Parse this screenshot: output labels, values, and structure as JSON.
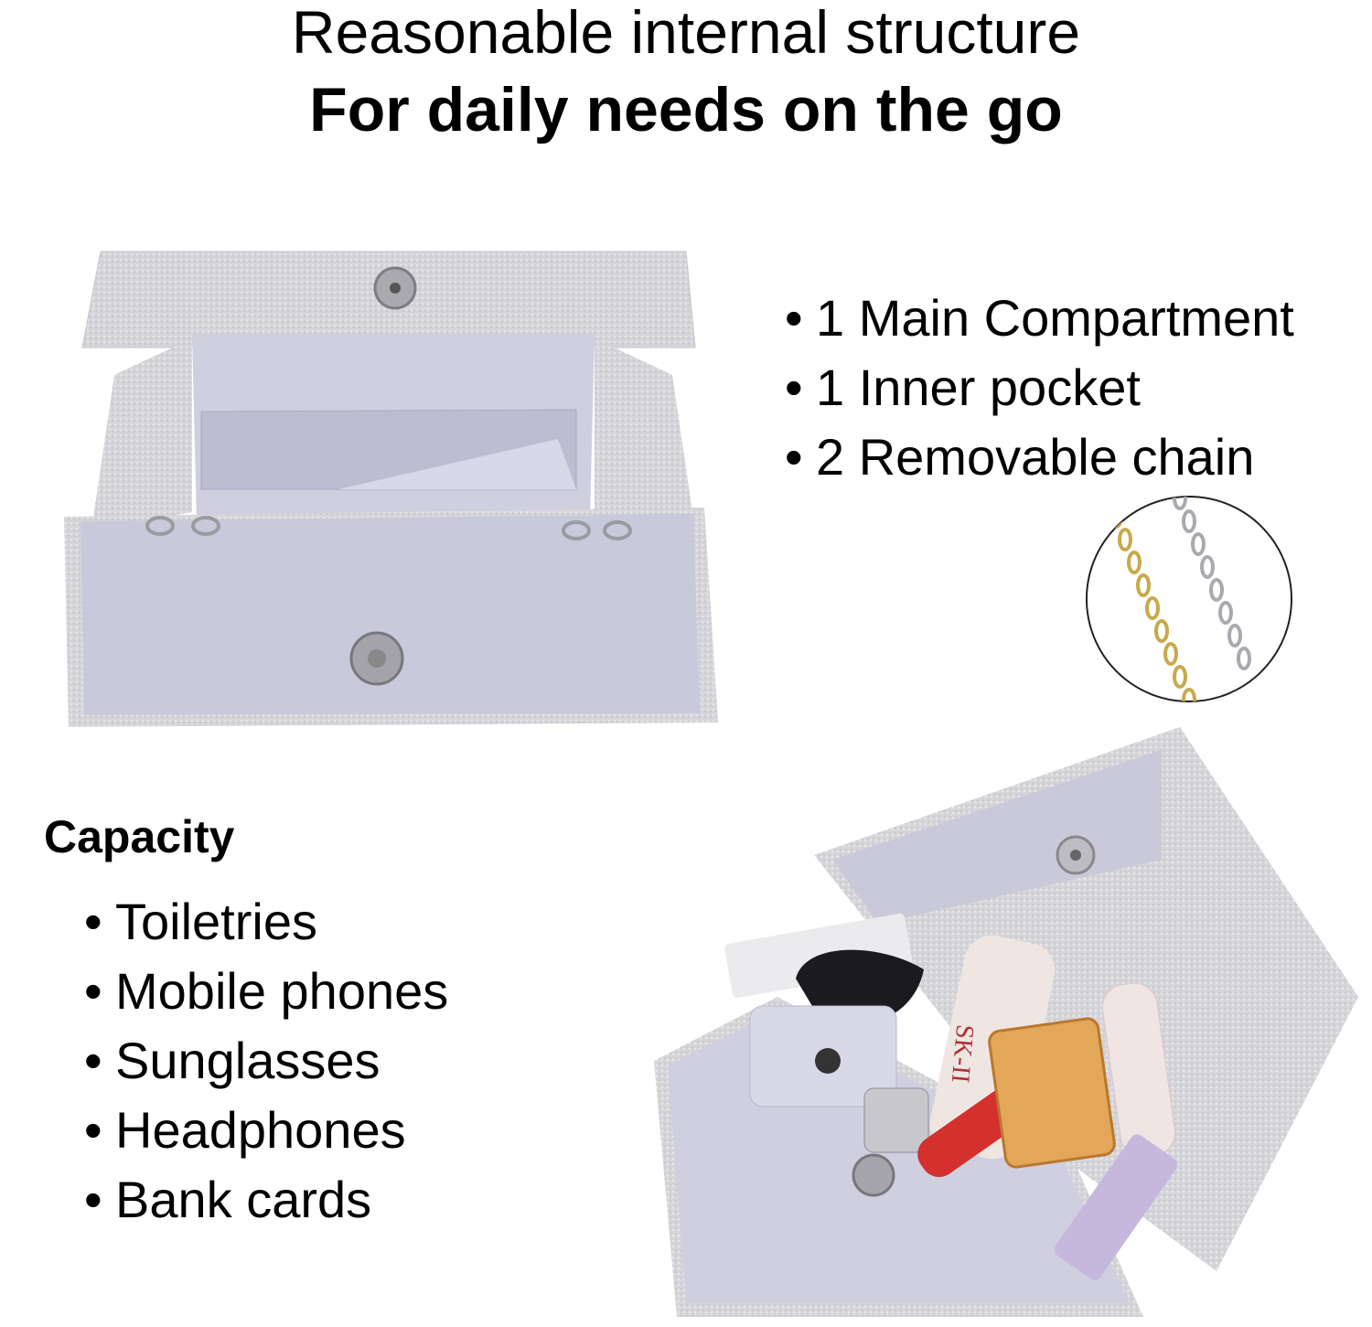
{
  "header": {
    "title": "Reasonable internal structure",
    "subtitle": "For daily needs on the go"
  },
  "features": {
    "items": [
      {
        "text": "1 Main Compartment"
      },
      {
        "text": "1 Inner pocket"
      },
      {
        "text": "2 Removable chain"
      }
    ]
  },
  "capacity": {
    "title": "Capacity",
    "items": [
      {
        "text": "Toiletries"
      },
      {
        "text": "Mobile phones"
      },
      {
        "text": "Sunglasses"
      },
      {
        "text": "Headphones"
      },
      {
        "text": "Bank cards"
      }
    ]
  },
  "images": {
    "open_bag": {
      "product_label": "SK-II",
      "colors": {
        "glitter": "#d4d4d8",
        "lining": "#c9c9dc",
        "metal": "#9a9aa0"
      }
    },
    "chain_detail": {
      "colors": {
        "gold": "#c9a94a",
        "silver": "#a9aab0"
      }
    },
    "filled_bag": {
      "colors": {
        "glitter": "#d6d6da",
        "lining": "#cfcfe0"
      }
    }
  }
}
